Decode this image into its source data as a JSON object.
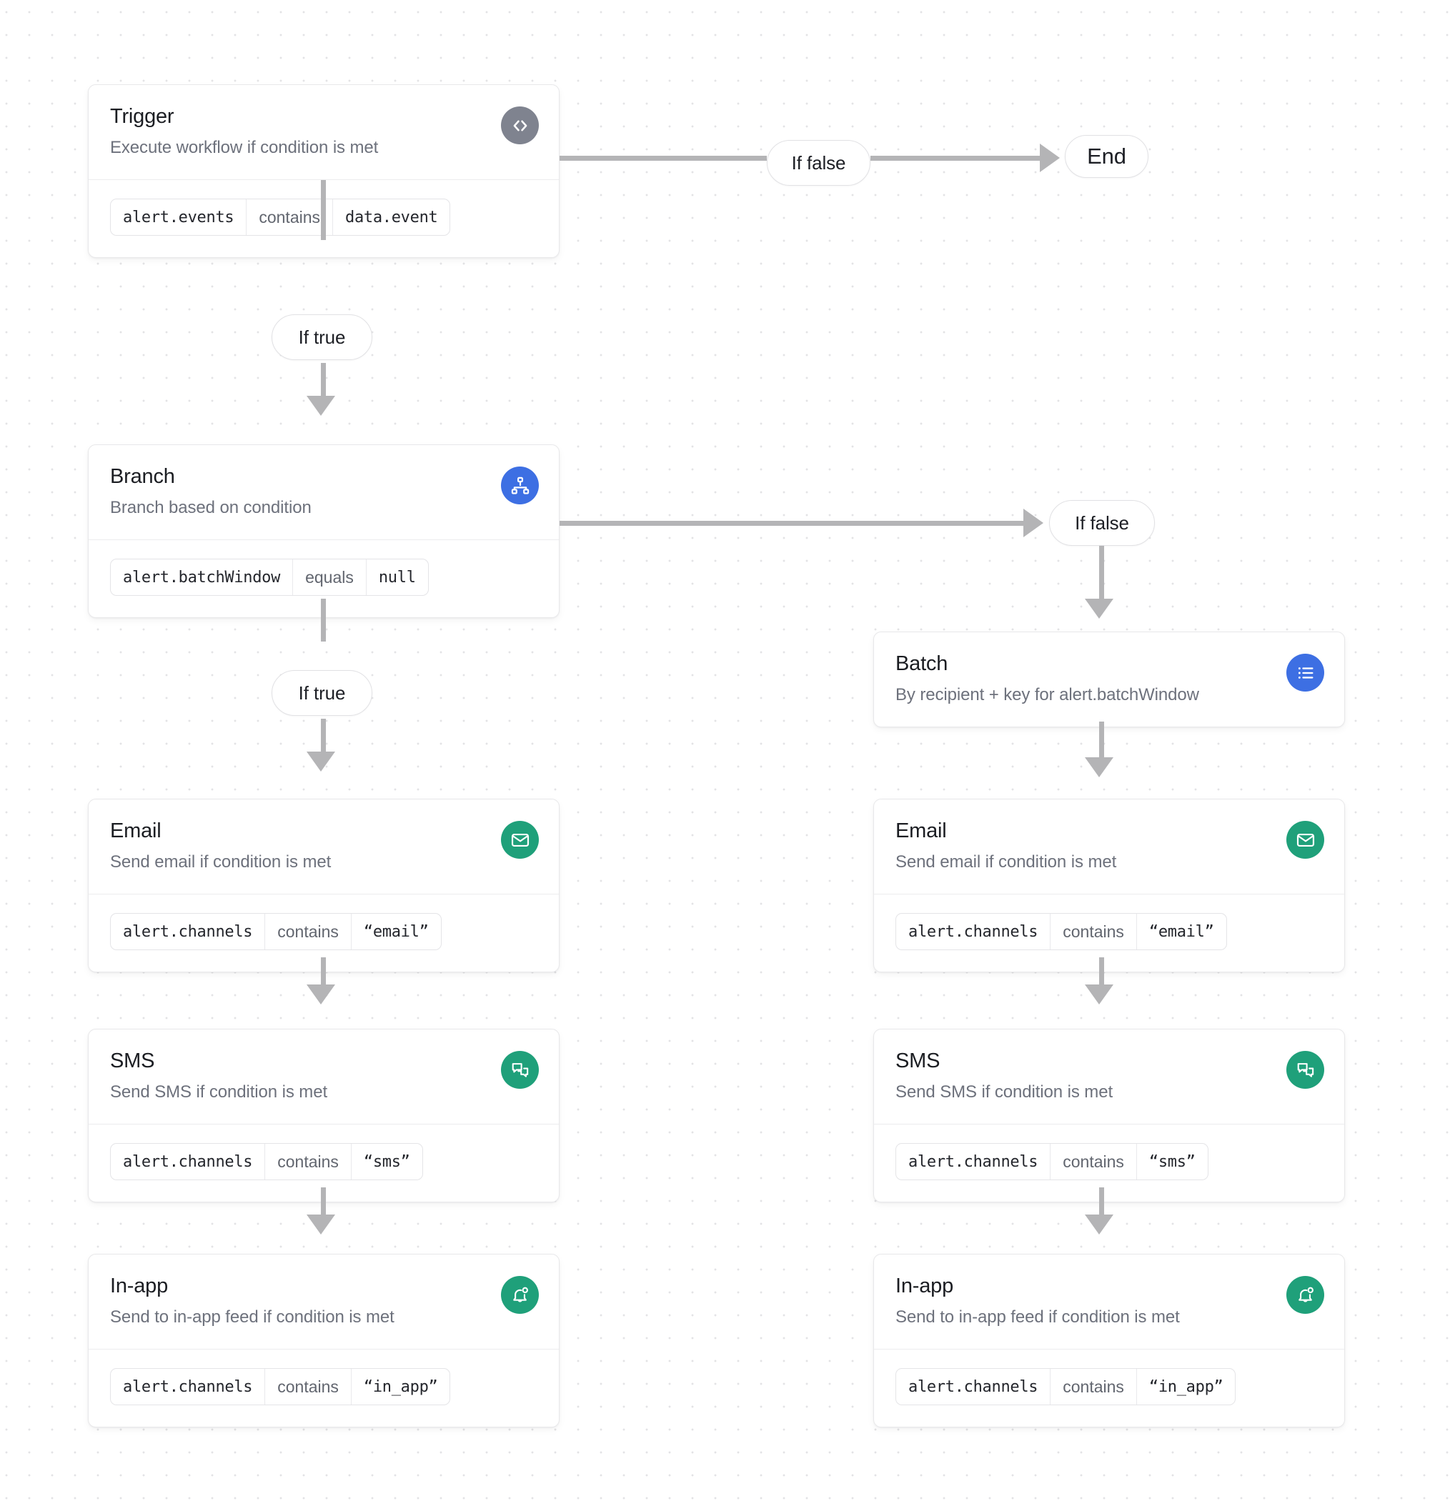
{
  "canvas": {
    "background_color": "#ffffff",
    "grid_dot_color": "#e3e3e5",
    "connector_color": "#b4b4b6"
  },
  "colors": {
    "icon_gray": "#7f838f",
    "icon_blue": "#3d6fe3",
    "icon_green": "#1fa07a",
    "title_text": "#1b1d22",
    "subtitle_text": "#6d717c",
    "card_border": "#e8e8ea"
  },
  "nodes": {
    "trigger": {
      "title": "Trigger",
      "subtitle": "Execute workflow if condition is met",
      "icon": "code-brackets-icon",
      "condition": {
        "field": "alert.events",
        "operator": "contains",
        "value": "data.event"
      }
    },
    "branch": {
      "title": "Branch",
      "subtitle": "Branch based on condition",
      "icon": "hierarchy-icon",
      "condition": {
        "field": "alert.batchWindow",
        "operator": "equals",
        "value": "null"
      }
    },
    "batch": {
      "title": "Batch",
      "subtitle": "By recipient + key for alert.batchWindow",
      "icon": "list-icon"
    },
    "email_left": {
      "title": "Email",
      "subtitle": "Send email if condition is met",
      "icon": "envelope-icon",
      "condition": {
        "field": "alert.channels",
        "operator": "contains",
        "value": "“email”"
      }
    },
    "sms_left": {
      "title": "SMS",
      "subtitle": "Send SMS if condition is met",
      "icon": "chat-bubbles-icon",
      "condition": {
        "field": "alert.channels",
        "operator": "contains",
        "value": "“sms”"
      }
    },
    "inapp_left": {
      "title": "In-app",
      "subtitle": "Send to in-app feed if condition is met",
      "icon": "bell-notification-icon",
      "condition": {
        "field": "alert.channels",
        "operator": "contains",
        "value": "“in_app”"
      }
    },
    "email_right": {
      "title": "Email",
      "subtitle": "Send email if condition is met",
      "icon": "envelope-icon",
      "condition": {
        "field": "alert.channels",
        "operator": "contains",
        "value": "“email”"
      }
    },
    "sms_right": {
      "title": "SMS",
      "subtitle": "Send SMS if condition is met",
      "icon": "chat-bubbles-icon",
      "condition": {
        "field": "alert.channels",
        "operator": "contains",
        "value": "“sms”"
      }
    },
    "inapp_right": {
      "title": "In-app",
      "subtitle": "Send to in-app feed if condition is met",
      "icon": "bell-notification-icon",
      "condition": {
        "field": "alert.channels",
        "operator": "contains",
        "value": "“in_app”"
      }
    }
  },
  "labels": {
    "trigger_false": "If false",
    "trigger_true": "If true",
    "branch_false": "If false",
    "branch_true": "If true",
    "end": "End"
  }
}
